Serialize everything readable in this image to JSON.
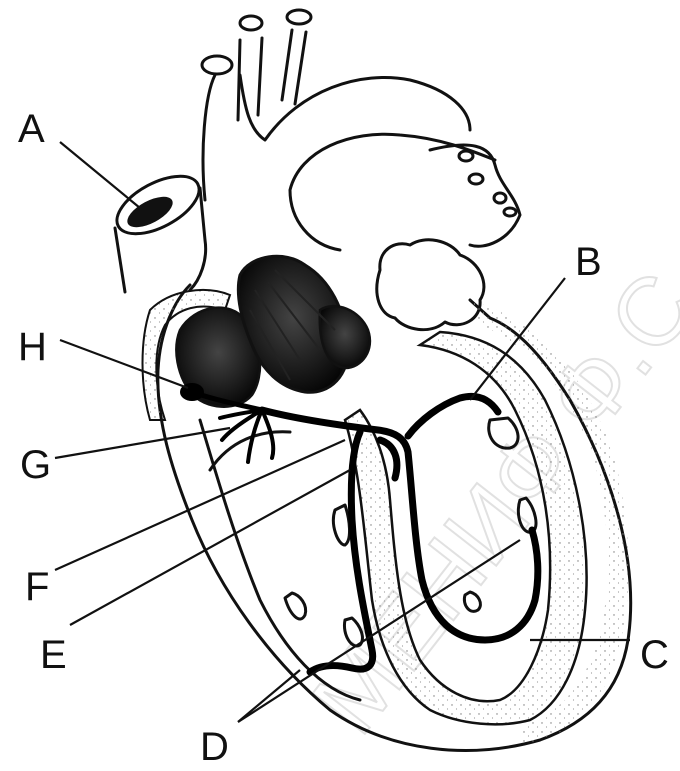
{
  "diagram": {
    "labels": {
      "A": "A",
      "B": "B",
      "C": "C",
      "D": "D",
      "E": "E",
      "F": "F",
      "G": "G",
      "H": "H"
    },
    "watermark": "МЕНИФ Ф.С"
  }
}
